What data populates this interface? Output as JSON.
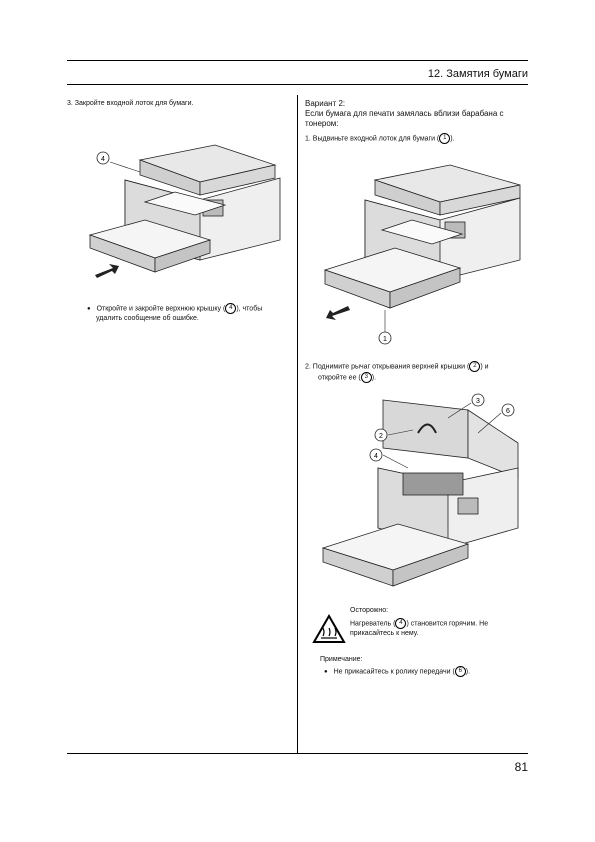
{
  "header": {
    "title": "12. Замятия бумаги"
  },
  "left": {
    "step3": "3.   Закройте входной лоток для бумаги.",
    "bullet_text_1": "Откройте и закройте верхнюю крышку (",
    "bullet_text_2": "), чтобы",
    "bullet_text_3": "удалить сообщение об ошибке.",
    "callout_4": "4"
  },
  "right": {
    "variant_title": "Вариант 2:",
    "variant_desc_1": "Если бумага для печати замялась вблизи барабана с",
    "variant_desc_2": "тонером:",
    "step1_a": "1.   Выдвиньте входной лоток для бумаги (",
    "step1_b": ").",
    "step2_a": "2.   Поднимите рычаг открывания верхней крышки (",
    "step2_b": ") и",
    "step2_c": "откройте ее (",
    "step2_d": ").",
    "caution_title": "Осторожно:",
    "caution_text_a": "Нагреватель (",
    "caution_text_b": ") становится горячим. Не",
    "caution_text_c": "прикасайтесь к нему.",
    "note_title": "Примечание:",
    "note_text_a": "Не прикасайтесь к ролику передачи (",
    "note_text_b": ").",
    "callouts": {
      "c1": "1",
      "c2": "2",
      "c3": "3",
      "c4": "4",
      "c6": "6"
    }
  },
  "footer": {
    "page_number": "81"
  }
}
